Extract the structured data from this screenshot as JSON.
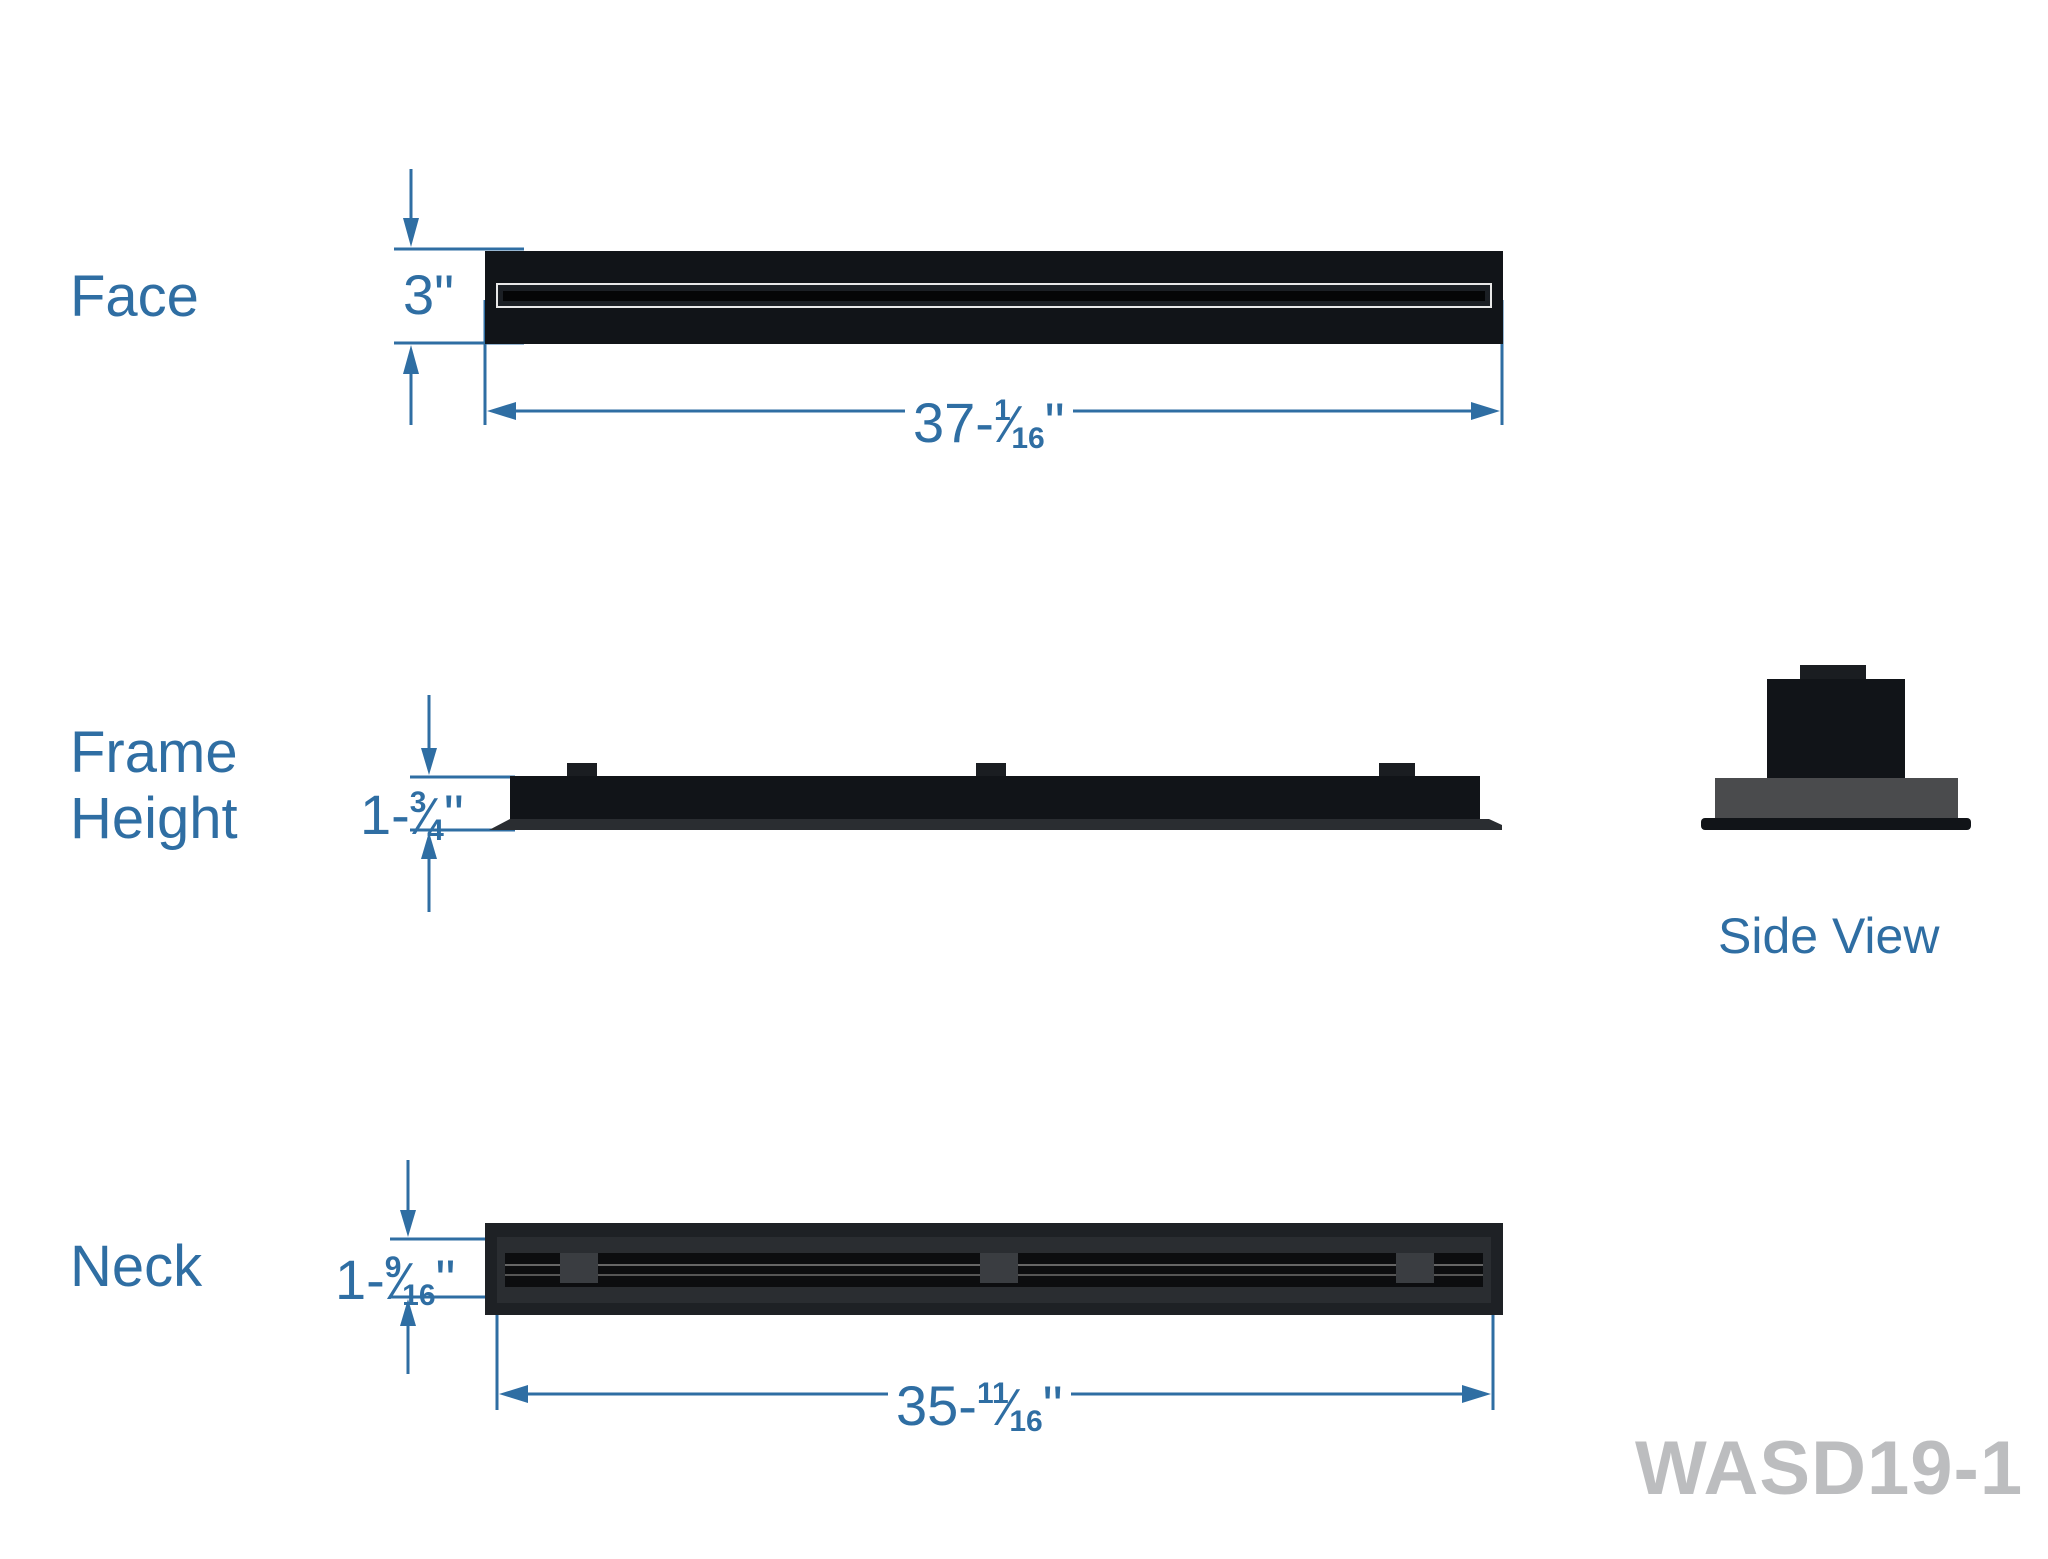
{
  "views": {
    "face": {
      "label": "Face",
      "height": {
        "whole": "3",
        "unit": "\""
      },
      "width": {
        "whole": "37-",
        "num": "1",
        "den": "16",
        "unit": "\""
      }
    },
    "frame": {
      "label_line1": "Frame",
      "label_line2": "Height",
      "height": {
        "whole": "1-",
        "num": "3",
        "den": "4",
        "unit": "\""
      }
    },
    "side": {
      "label": "Side View"
    },
    "neck": {
      "label": "Neck",
      "height": {
        "whole": "1-",
        "num": "9",
        "den": "16",
        "unit": "\""
      },
      "width": {
        "whole": "35-",
        "num": "11",
        "den": "16",
        "unit": "\""
      }
    }
  },
  "model_code": "WASD19-1",
  "colors": {
    "dimension_blue": "#2f6ea3",
    "product_black": "#111418",
    "code_gray": "#bcbdbf"
  }
}
